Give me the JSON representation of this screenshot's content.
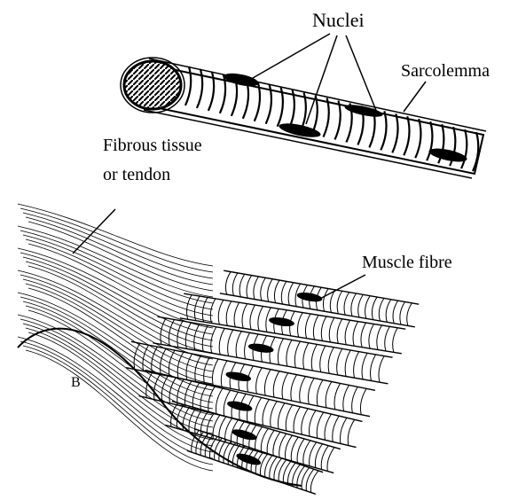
{
  "labels": {
    "nuclei": "Nuclei",
    "sarcolemma": "Sarcolemma",
    "fibrous_line1": "Fibrous tissue",
    "fibrous_line2": "or tendon",
    "muscle_fibre": "Muscle fibre",
    "panel": "B"
  },
  "colors": {
    "ink": "#000000",
    "paper": "#ffffff"
  }
}
